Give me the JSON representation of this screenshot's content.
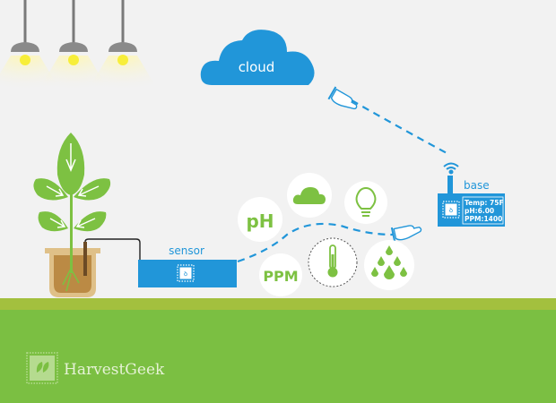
{
  "cloud": {
    "label": "cloud"
  },
  "sensor": {
    "label": "sensor"
  },
  "base": {
    "label": "base",
    "readings": [
      "Temp: 75F",
      "pH:6.00",
      "PPM:1400"
    ]
  },
  "metrics": {
    "ph": "pH",
    "ppm": "PPM"
  },
  "brand": {
    "name": "HarvestGeek"
  },
  "colors": {
    "background": "#f2f2f2",
    "ground": "#7bbf42",
    "ground_edge": "#a3c03e",
    "device_blue": "#2196d9",
    "plant_green": "#7dc142",
    "pot": "#d9b77e",
    "soil": "#bb8a44"
  },
  "icons": [
    "ceiling-lamp-icon",
    "plant-icon",
    "pot-icon",
    "chip-icon",
    "hand-pointer-icon",
    "wifi-icon",
    "cloud-icon",
    "lightbulb-icon",
    "thermometer-icon",
    "water-drops-icon"
  ]
}
